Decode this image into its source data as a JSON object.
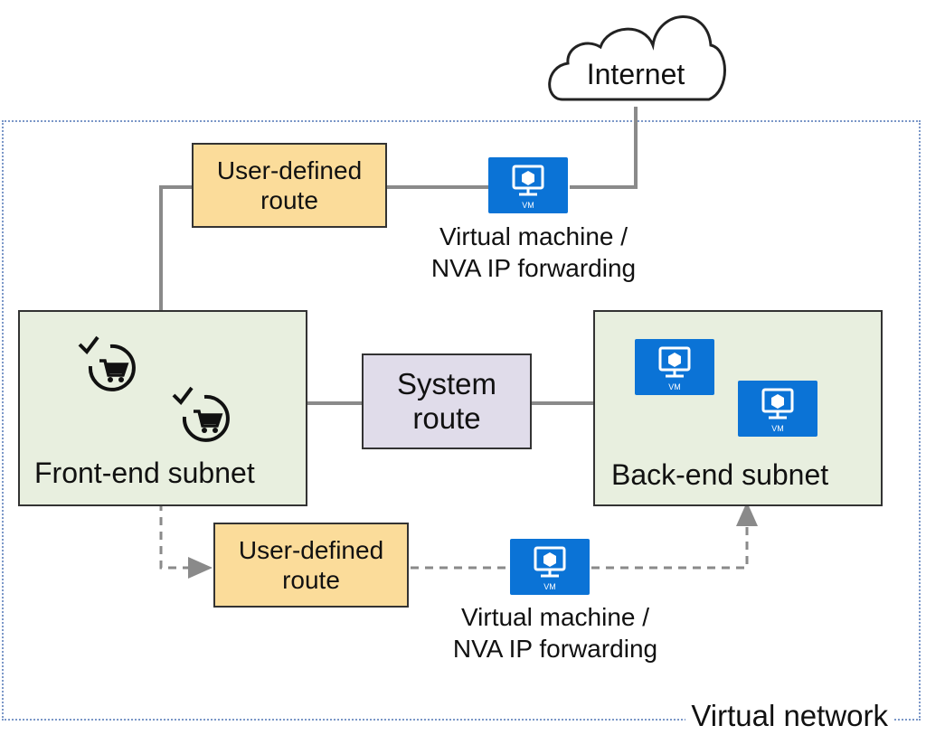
{
  "internet": {
    "label": "Internet",
    "icon": "cloud-icon"
  },
  "user_defined_route_top": {
    "line1": "User-defined",
    "line2": "route"
  },
  "user_defined_route_bottom": {
    "line1": "User-defined",
    "line2": "route"
  },
  "system_route": {
    "line1": "System",
    "line2": "route"
  },
  "front_end_subnet": {
    "label": "Front-end subnet",
    "icon": "shopping-cart-sync-icon"
  },
  "back_end_subnet": {
    "label": "Back-end subnet",
    "icon": "vm-icon"
  },
  "nva_top": {
    "line1": "Virtual machine /",
    "line2": "NVA IP forwarding",
    "badge": "VM"
  },
  "nva_bottom": {
    "line1": "Virtual machine /",
    "line2": "NVA IP forwarding",
    "badge": "VM"
  },
  "backend_vm_1": {
    "badge": "VM"
  },
  "backend_vm_2": {
    "badge": "VM"
  },
  "virtual_network": {
    "label": "Virtual network"
  },
  "colors": {
    "udr_fill": "#fbdc9a",
    "subnet_fill": "#e8efdf",
    "system_route_fill": "#e0dcea",
    "vm_blue": "#0b73d6",
    "vnet_border": "#7b97c8",
    "connector": "#8a8a8a"
  }
}
